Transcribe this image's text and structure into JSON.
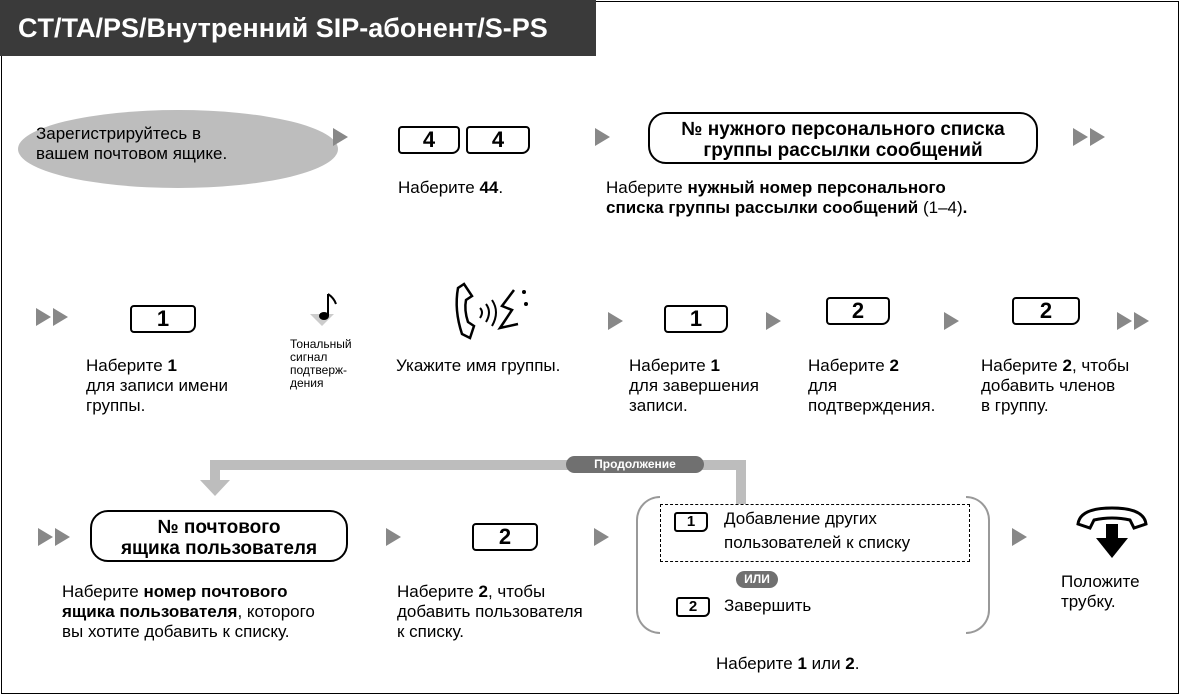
{
  "header": {
    "title": "CT/TA/PS/Внутренний SIP-абонент/S-PS"
  },
  "row1": {
    "start": {
      "line1": "Зарегистрируйтесь в",
      "line2": "вашем почтовом ящике."
    },
    "key_a": "4",
    "key_b": "4",
    "dial44": {
      "pre": "Наберите ",
      "bold": "44",
      "post": "."
    },
    "list_box": {
      "line1": "№ нужного персонального списка",
      "line2": "группы рассылки сообщений"
    },
    "list_desc": {
      "pre": "Наберите ",
      "bold1": "нужный номер персонального",
      "bold2": "списка группы рассылки сообщений",
      "post": " (1–4)",
      "end": "."
    }
  },
  "row2": {
    "key1": "1",
    "rec": {
      "pre": "Наберите ",
      "bold": "1",
      "line2": "для записи имени",
      "line3": "группы."
    },
    "tone": {
      "l1": "Тональный",
      "l2": "сигнал",
      "l3": "подтверж-",
      "l4": "дения"
    },
    "speak": "Укажите имя группы.",
    "key2": "1",
    "finish": {
      "pre": "Наберите ",
      "bold": "1",
      "line2": "для завершения",
      "line3": "записи."
    },
    "key3": "2",
    "confirm": {
      "pre": "Наберите ",
      "bold": "2",
      "line2": "для",
      "line3": "подтверждения."
    },
    "key4": "2",
    "addm": {
      "pre": "Наберите ",
      "bold": "2",
      "post": ", чтобы",
      "line2": "добавить членов",
      "line3": "в группу."
    }
  },
  "row3": {
    "continue": "Продолжение",
    "mbox_box": {
      "line1": "№ почтового",
      "line2": "ящика пользователя"
    },
    "mbox_desc": {
      "pre": "Наберите ",
      "bold1": "номер почтового",
      "bold2": "ящика пользователя",
      "post": ", которого",
      "line3": "вы хотите добавить к списку."
    },
    "key5": "2",
    "adduser": {
      "pre": "Наберите ",
      "bold": "2",
      "post": ", чтобы",
      "line2": "добавить пользователя",
      "line3": "к списку."
    },
    "opt1_key": "1",
    "opt1_l1": "Добавление других",
    "opt1_l2": "пользователей к списку",
    "or": "ИЛИ",
    "opt2_key": "2",
    "opt2": "Завершить",
    "choose": {
      "pre": "Наберите ",
      "b1": "1",
      "mid": " или ",
      "b2": "2",
      "post": "."
    },
    "hangup": {
      "line1": "Положите",
      "line2": "трубку."
    }
  },
  "colors": {
    "header": "#3a3a3a",
    "arrow": "#888888",
    "ellipse": "#bdbdbd",
    "pill": "#707070"
  },
  "icons": [
    "arrow-right-icon",
    "music-note-icon",
    "speaking-handset-icon",
    "hang-up-icon"
  ]
}
